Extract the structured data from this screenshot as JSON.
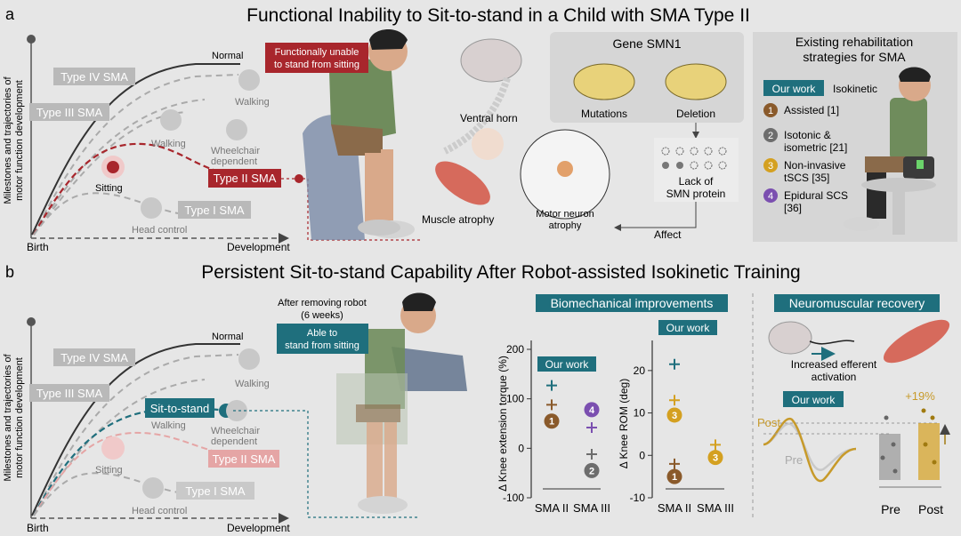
{
  "panel_a": {
    "letter": "a",
    "title": "Functional Inability to Sit-to-stand in a Child with SMA Type II",
    "trajectory": {
      "ylabel_line1": "Milestones and trajectories of",
      "ylabel_line2": "motor function development",
      "x_start": "Birth",
      "x_end": "Development",
      "normal": "Normal",
      "type4": "Type IV SMA",
      "type3": "Type III SMA",
      "type2": "Type II SMA",
      "type1": "Type I SMA",
      "walking1": "Walking",
      "walking2": "Walking",
      "sitting": "Sitting",
      "head_control": "Head control",
      "wheelchair_line1": "Wheelchair",
      "wheelchair_line2": "dependent"
    },
    "callout_line1": "Functionally unable",
    "callout_line2": "to stand from sitting",
    "ventral_horn": "Ventral horn",
    "muscle_atrophy": "Muscle atrophy",
    "motor_neuron_line1": "Motor neuron",
    "motor_neuron_line2": "atrophy",
    "gene": {
      "title": "Gene SMN1",
      "mutations": "Mutations",
      "deletion": "Deletion",
      "lack_line1": "Lack of",
      "lack_line2": "SMN protein",
      "affect": "Affect"
    },
    "rehab": {
      "title_line1": "Existing rehabilitation",
      "title_line2": "strategies for SMA",
      "our_work": "Our work",
      "isokinetic": "Isokinetic",
      "items": [
        {
          "num": "1",
          "line1": "Assisted [1]",
          "line2": "",
          "color": "#8a5a2b"
        },
        {
          "num": "2",
          "line1": "Isotonic &",
          "line2": "isometric [21]",
          "color": "#6d6d6d"
        },
        {
          "num": "3",
          "line1": "Non-invasive",
          "line2": "tSCS [35]",
          "color": "#d4a020"
        },
        {
          "num": "4",
          "line1": "Epidural SCS",
          "line2": "[36]",
          "color": "#7b4fb0"
        }
      ]
    }
  },
  "panel_b": {
    "letter": "b",
    "title": "Persistent Sit-to-stand Capability After Robot-assisted Isokinetic Training",
    "trajectory": {
      "ylabel_line1": "Milestones and trajectories of",
      "ylabel_line2": "motor function development",
      "x_start": "Birth",
      "x_end": "Development",
      "normal": "Normal",
      "type4": "Type IV SMA",
      "type3": "Type III SMA",
      "type2": "Type II SMA",
      "type1": "Type  I  SMA",
      "walking1": "Walking",
      "walking2": "Walking",
      "sitting": "Sitting",
      "head_control": "Head control",
      "wheelchair_line1": "Wheelchair",
      "wheelchair_line2": "dependent",
      "sit_to_stand": "Sit-to-stand"
    },
    "after_line1": "After removing robot",
    "after_line2": "(6 weeks)",
    "able_line1": "Able to",
    "able_line2": "stand from sitting",
    "biomech_title": "Biomechanical improvements",
    "neuro_title": "Neuromuscular recovery",
    "efferent_line1": "Increased efferent",
    "efferent_line2": "activation",
    "neuro_our_work": "Our work",
    "post_label": "Post",
    "pre_label": "Pre",
    "bar_pre": "Pre",
    "bar_post": "Post",
    "percent": "+19%"
  },
  "chart_data": [
    {
      "type": "scatter",
      "ylabel": "Δ Knee extension torque (%)",
      "ylim": [
        -100,
        200
      ],
      "yticks": [
        "200",
        "100",
        "0",
        "-100"
      ],
      "categories": [
        "SMA II",
        "SMA III"
      ],
      "annotation": "Our work",
      "points": [
        {
          "cat": 0,
          "y": 127,
          "marker": "plus",
          "color": "#1f6f7d"
        },
        {
          "cat": 0,
          "y": 88,
          "marker": "plus",
          "color": "#8a5a2b"
        },
        {
          "cat": 0,
          "y": 55,
          "marker": "circle",
          "label": "1",
          "color": "#8a5a2b"
        },
        {
          "cat": 1,
          "y": 78,
          "marker": "circle",
          "label": "4",
          "color": "#7b4fb0"
        },
        {
          "cat": 1,
          "y": 42,
          "marker": "plus",
          "color": "#7b4fb0"
        },
        {
          "cat": 1,
          "y": -12,
          "marker": "plus",
          "color": "#6d6d6d"
        },
        {
          "cat": 1,
          "y": -45,
          "marker": "circle",
          "label": "2",
          "color": "#6d6d6d"
        }
      ]
    },
    {
      "type": "scatter",
      "ylabel": "Δ Knee  ROM (deg)",
      "ylim": [
        -10,
        25
      ],
      "yticks": [
        "20",
        "10",
        "0",
        "-10"
      ],
      "categories": [
        "SMA II",
        "SMA III"
      ],
      "annotation": "Our work",
      "points": [
        {
          "cat": 0,
          "y": 21.5,
          "marker": "plus",
          "color": "#1f6f7d"
        },
        {
          "cat": 0,
          "y": 13,
          "marker": "plus",
          "color": "#d4a020"
        },
        {
          "cat": 0,
          "y": 9.5,
          "marker": "circle",
          "label": "3",
          "color": "#d4a020"
        },
        {
          "cat": 0,
          "y": -2,
          "marker": "plus",
          "color": "#8a5a2b"
        },
        {
          "cat": 0,
          "y": -5,
          "marker": "circle",
          "label": "1",
          "color": "#8a5a2b"
        },
        {
          "cat": 1,
          "y": 2.5,
          "marker": "plus",
          "color": "#d4a020"
        },
        {
          "cat": 1,
          "y": -0.5,
          "marker": "circle",
          "label": "3",
          "color": "#d4a020"
        }
      ]
    }
  ],
  "colors": {
    "teal": "#1f6f7d",
    "red": "#a8262c",
    "gray_box": "#b9b9b9"
  }
}
